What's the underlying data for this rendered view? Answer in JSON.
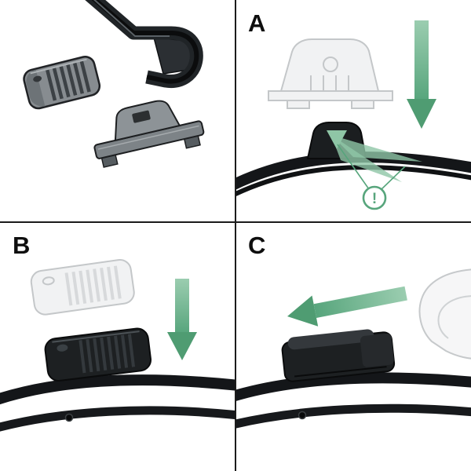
{
  "panels": {
    "a": {
      "label": "A"
    },
    "b": {
      "label": "B"
    },
    "c": {
      "label": "C"
    }
  },
  "warning": {
    "symbol": "!"
  },
  "colors": {
    "green": "#57A57C",
    "green_light": "#8FC6A6",
    "green_dark": "#4F9C72",
    "ghost": "#C4C7C9",
    "ink": "#141619",
    "divider": "#1B1B1B",
    "background": "#FFFFFF"
  }
}
